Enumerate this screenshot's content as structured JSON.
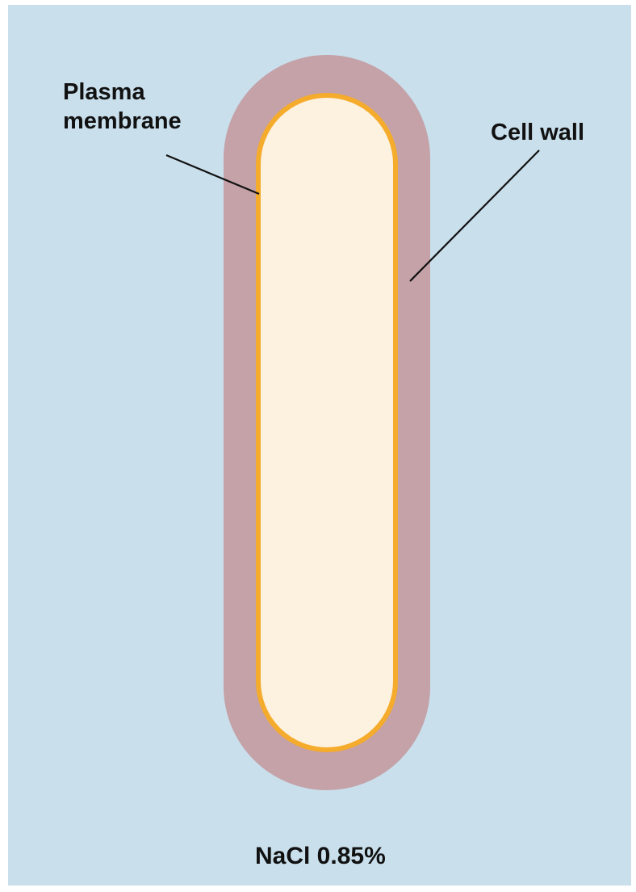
{
  "labels": {
    "plasma_membrane_line1": "Plasma",
    "plasma_membrane_line2": "membrane",
    "cell_wall": "Cell wall",
    "solution": "NaCl 0.85%"
  },
  "colors": {
    "background": "#c9dfec",
    "cell_wall": "#c4a2a8",
    "plasma_membrane": "#f5ab2b",
    "cytoplasm": "#fdf1e0",
    "leader_line": "#111111",
    "text": "#111111"
  }
}
